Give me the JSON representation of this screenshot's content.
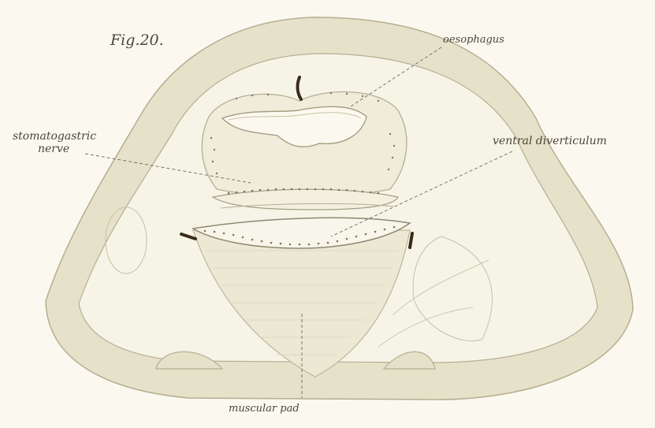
{
  "figure": {
    "number": "Fig.20.",
    "labels": {
      "oesophagus": "oesophagus",
      "stomatogastric_line1": "stomatogastric",
      "stomatogastric_line2": "nerve",
      "ventral_diverticulum": "ventral diverticulum",
      "muscular_pad": "muscular pad"
    }
  },
  "colors": {
    "background": "#fbf9ef",
    "body_wall": "#e6e1c9",
    "interior": "#f6f4e7",
    "outline": "#b5ae93",
    "dark_tissue": "#3a2a1a",
    "label_ink": "#4a4638"
  }
}
